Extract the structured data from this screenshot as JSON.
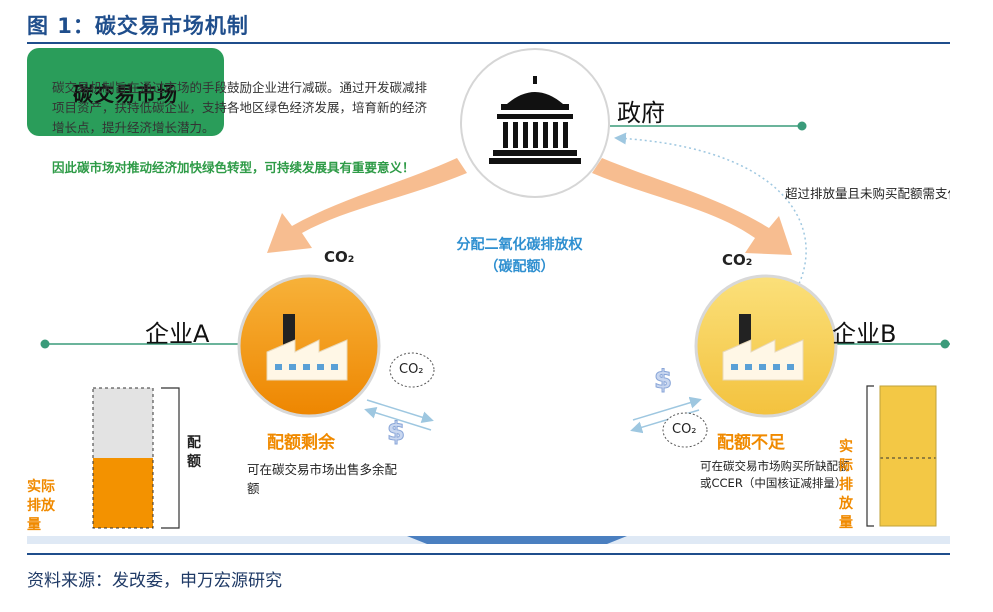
{
  "figure": {
    "title": "图 1：碳交易市场机制",
    "source": "资料来源：发改委，申万宏源研究"
  },
  "diagram": {
    "intro": "碳交易机制旨在通过市场的手段鼓励企业进行减碳。通过开发碳减排项目资产，扶持低碳企业，支持各地区绿色经济发展，培育新的经济增长点，提升经济增长潜力。",
    "intro_highlight": "因此碳市场对推动经济加快绿色转型，可持续发展具有重要意义！",
    "government": "政府",
    "penalty": "超过排放量且未购买配额需支付罚金及行政处罚",
    "allocation": "分配二氧化碳排放权",
    "allocation_sub": "（碳配额）",
    "co2": "CO₂",
    "enterprise_a": "企业A",
    "enterprise_b": "企业B",
    "market": "碳交易市场",
    "surplus": "配额剩余",
    "surplus_desc": "可在碳交易市场出售多余配额",
    "shortage": "配额不足",
    "shortage_desc": "可在碳交易市场购买所缺配额或CCER（中国核证减排量）",
    "quota": "配额",
    "actual_emission": "实际排放量",
    "icons": [
      "government-building-icon",
      "factory-icon",
      "dollar-icon",
      "co2-cloud-icon",
      "arrow-icon"
    ],
    "colors": {
      "title_blue": "#1f4e8c",
      "orange": "#f08a00",
      "yellow": "#f6cd52",
      "green": "#2a9d5a",
      "highlight_green": "#2e9b47",
      "allocation_blue": "#2e8fd0"
    }
  }
}
